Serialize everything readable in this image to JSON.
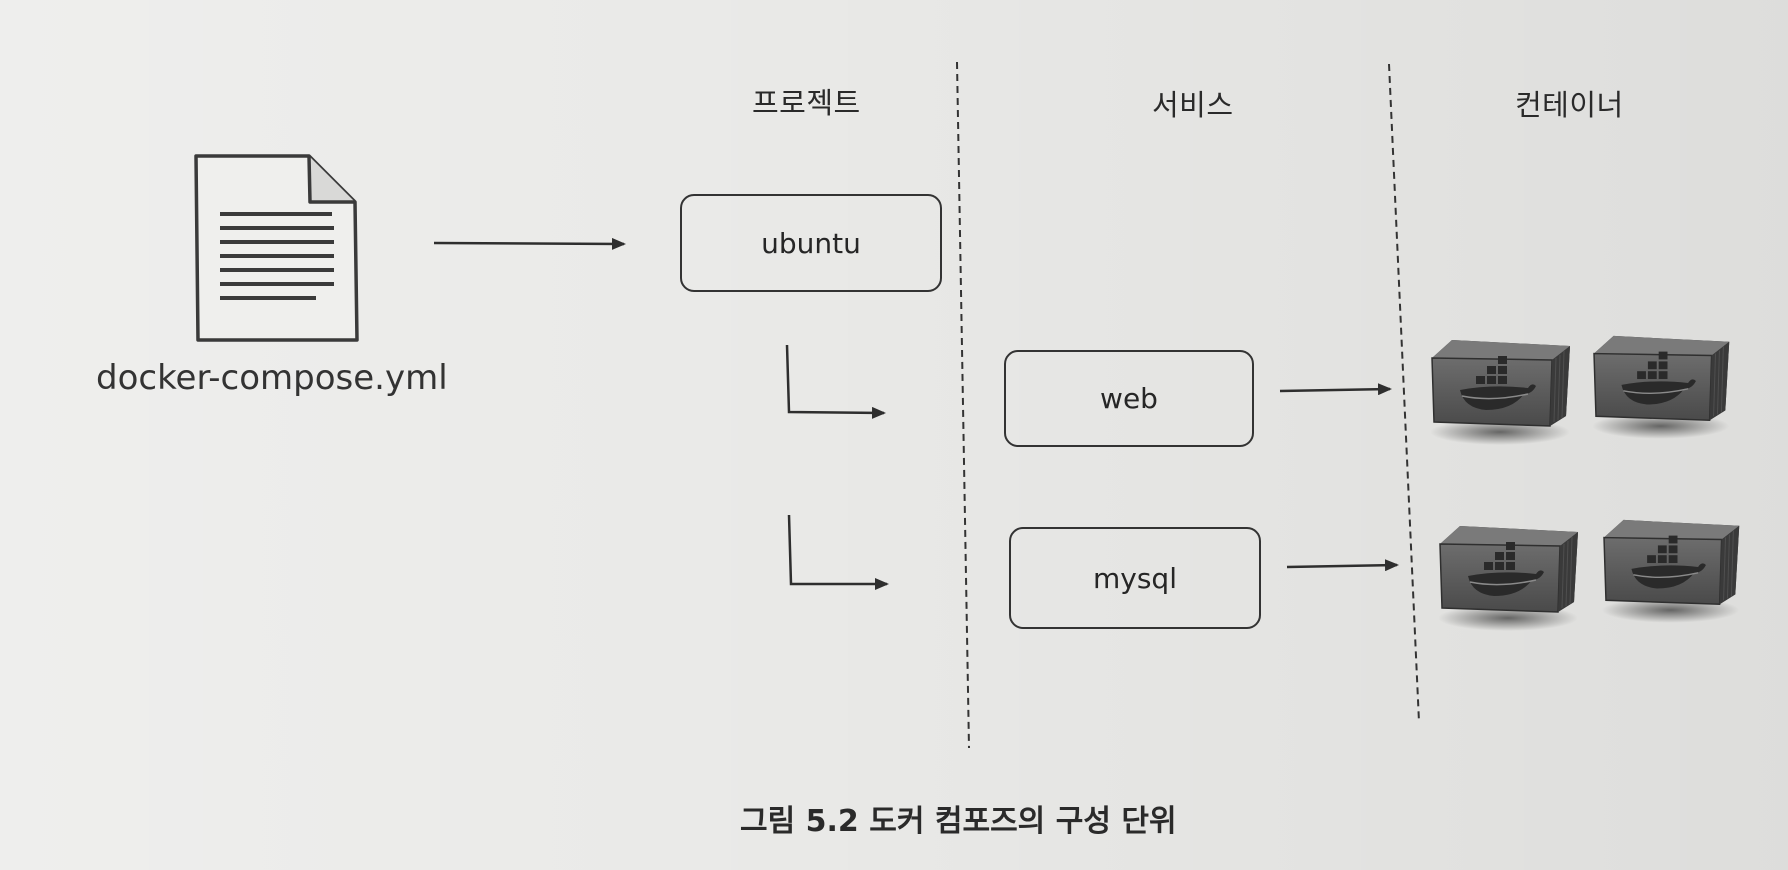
{
  "headers": {
    "project": "프로젝트",
    "service": "서비스",
    "container": "컨테이너"
  },
  "file": {
    "name": "docker-compose.yml",
    "icon": "document-icon"
  },
  "project_box": {
    "label": "ubuntu"
  },
  "services": [
    {
      "label": "web"
    },
    {
      "label": "mysql"
    }
  ],
  "container_icon": "docker-container-icon",
  "caption": "그림 5.2 도커 컴포즈의 구성 단위"
}
